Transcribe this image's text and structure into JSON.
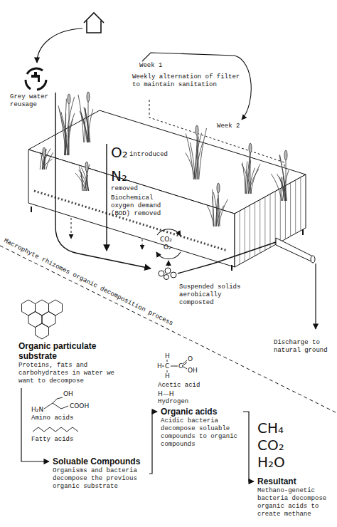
{
  "diagram": {
    "nodes": [
      {
        "text": [
          "Organic particulate substrate",
          "Proteins, fats and carbohydrates in water we want to decompose"
        ]
      },
      {
        "text": [
          "Soluable Compounds",
          "Organisms and bacteria decompose the previous organic substrate"
        ]
      },
      {
        "text": [
          "Organic acids",
          "Acidic bacteria decompose soluable compounds to organic compounds"
        ]
      },
      {
        "text": [
          "Resultant",
          "Methano-genetic bacteria decompose organic acids to create methane"
        ]
      }
    ],
    "edges": [
      {
        "from": 0,
        "to": 1,
        "arrow": "to"
      },
      {
        "from": 1,
        "to": 2,
        "arrow": "to"
      },
      {
        "from": 2,
        "to": 3,
        "arrow": "to"
      }
    ],
    "labels": [
      "Week 1",
      "Weekly alternation of filter to maintain sanitation",
      "Week 2",
      "Grey water reusage",
      "O₂",
      "introduced",
      "N₂",
      "removed",
      "Biochemical oxygen demand (BOD) removed",
      "CO₂",
      "O₂",
      "Suspended solids aerobically composted",
      "Discharge to natural ground",
      "Macrophyte rhizomes organic decomposition process",
      "OH",
      "H₂N",
      "COOH",
      "Amino acids",
      "Fatty acids",
      "H",
      "H",
      "C",
      "C",
      "O",
      "OH",
      "H",
      "Acetic acid",
      "H—H",
      "Hydrogen",
      "CH₄",
      "CO₂",
      "H₂O"
    ]
  }
}
